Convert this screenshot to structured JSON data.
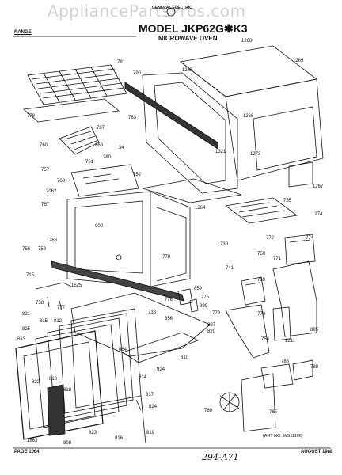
{
  "watermark": "AppliancePartsPros.com",
  "header": {
    "brand": "GENERAL ELECTRIC",
    "category": "RANGE",
    "model": "MODEL JKP62G✱K3",
    "subtitle": "MICROWAVE OVEN"
  },
  "footer": {
    "page": "PAGE 1064",
    "date": "AUGUST 1988",
    "art_no": "(ART NO. WS11106)",
    "handwritten": "294-A71"
  },
  "labels": {
    "l781": "781",
    "l778": "778",
    "l787": "787",
    "l760": "760",
    "l866": "866",
    "l34": "34",
    "l280": "280",
    "l790": "790",
    "l783": "783",
    "l1265": "1265",
    "l1268": "1268",
    "l1269": "1269",
    "l1266": "1266",
    "l1321": "1321",
    "l1273": "1273",
    "l1267": "1267",
    "l757": "757",
    "l751": "751",
    "l752": "752",
    "l763a": "763",
    "l2062": "2062",
    "l767": "767",
    "l900": "900",
    "l1264": "1264",
    "l755": "755",
    "l1274": "1274",
    "l763b": "763",
    "l756": "756",
    "l753": "753",
    "l779": "779",
    "l739": "739",
    "l750": "750",
    "l772": "772",
    "l774": "774",
    "l771": "771",
    "l741": "741",
    "l715": "715",
    "l1525": "1525",
    "l859": "859",
    "l775": "775",
    "l899": "899",
    "l776": "776",
    "l758": "758",
    "l777": "777",
    "l769": "769",
    "l733": "733",
    "l856": "856",
    "l897": "897",
    "l779b": "779",
    "l770": "770",
    "l895": "895",
    "l821": "821",
    "l815": "815",
    "l812": "812",
    "l825": "825",
    "l813": "813",
    "l864": "864",
    "l810": "810",
    "l820": "820",
    "l754": "754",
    "l1211": "1211",
    "l924": "924",
    "l814": "814",
    "l822": "822",
    "l818": "818",
    "l818b": "818",
    "l817": "817",
    "l824": "824",
    "l823": "823",
    "l816": "816",
    "l819": "819",
    "l1863": "1863",
    "l808": "808",
    "l780": "780",
    "l765": "765",
    "l786": "786",
    "l788": "788"
  }
}
